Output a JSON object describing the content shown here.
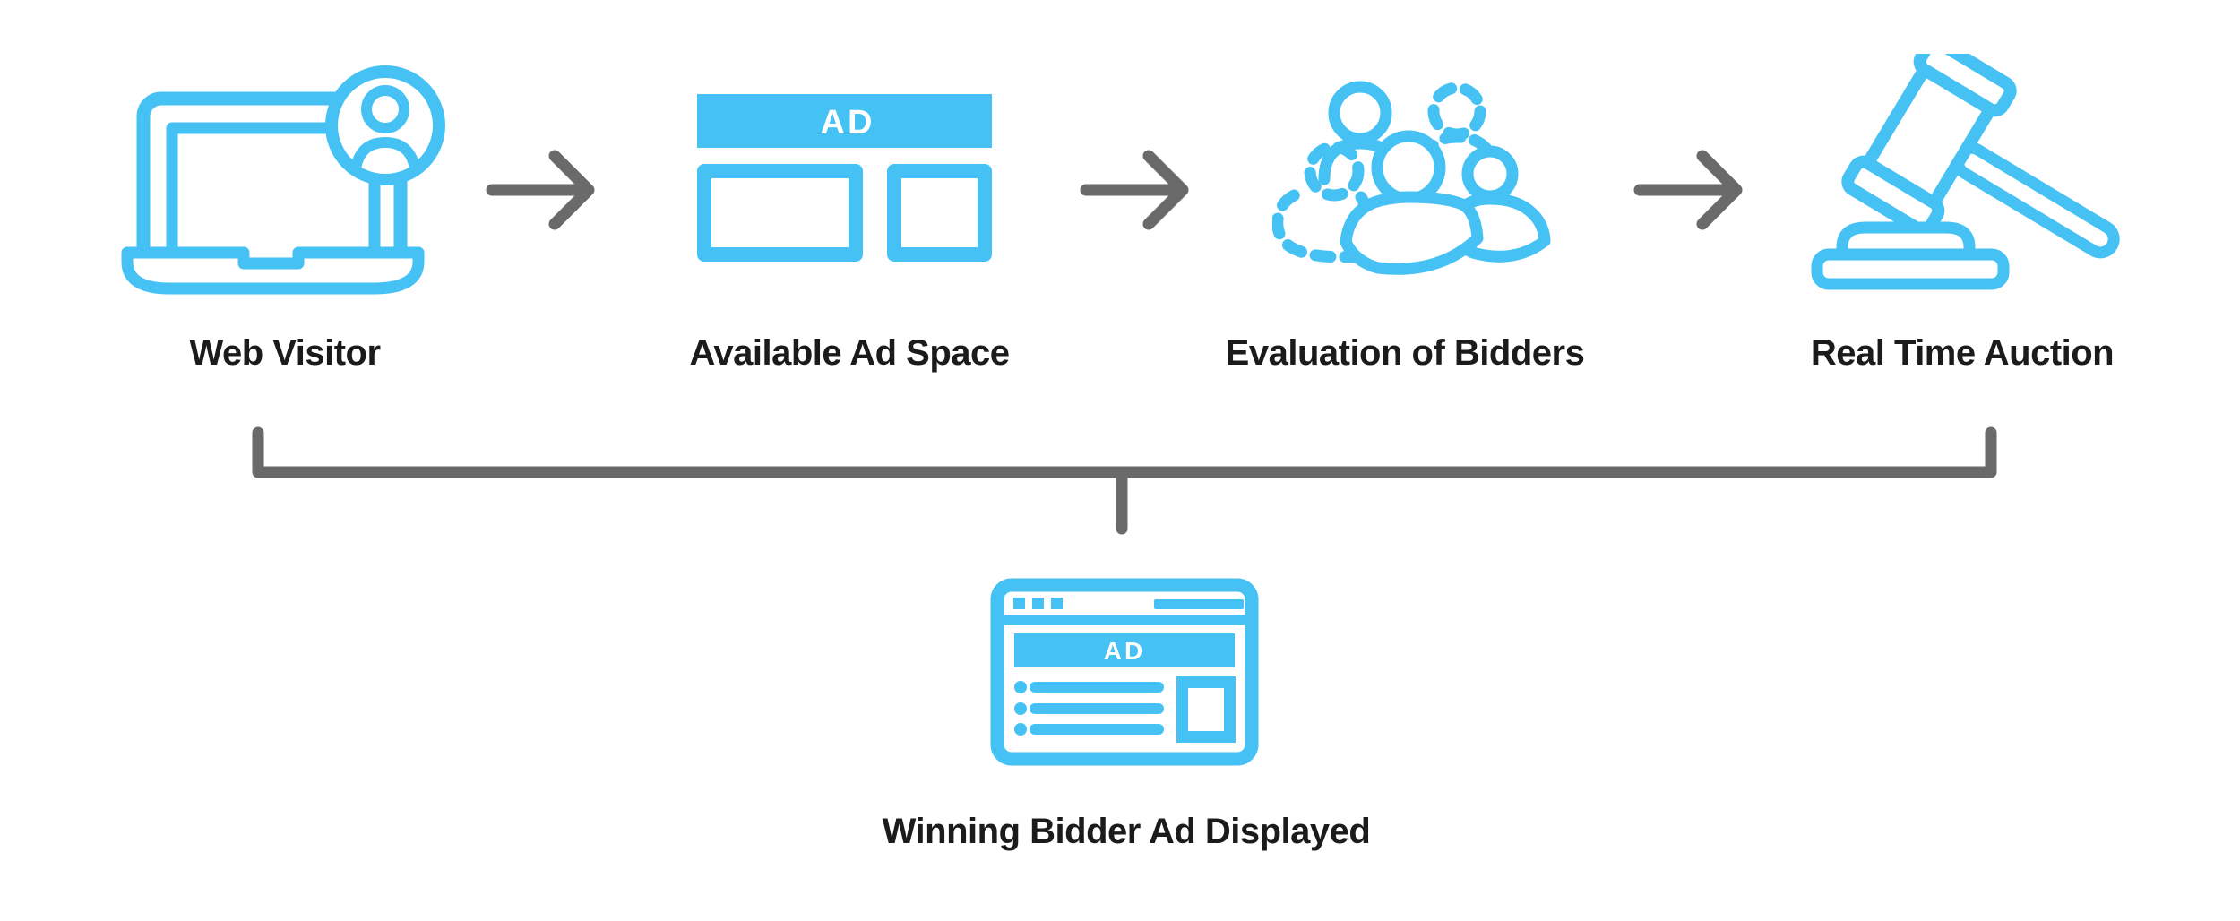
{
  "colors": {
    "accent": "#45C1F4",
    "connector": "#6A6A6A",
    "label": "#1B1B1B",
    "background": "#FFFFFF"
  },
  "steps": [
    {
      "id": "web-visitor",
      "label": "Web Visitor",
      "icon": "laptop-user-icon"
    },
    {
      "id": "ad-space",
      "label": "Available Ad Space",
      "icon": "ad-space-icon",
      "ad_text": "AD"
    },
    {
      "id": "bidders",
      "label": "Evaluation of Bidders",
      "icon": "bidders-group-icon"
    },
    {
      "id": "auction",
      "label": "Real Time Auction",
      "icon": "gavel-icon"
    }
  ],
  "result": {
    "id": "winning-ad",
    "label": "Winning Bidder Ad Displayed",
    "icon": "browser-ad-icon",
    "ad_text": "AD"
  }
}
